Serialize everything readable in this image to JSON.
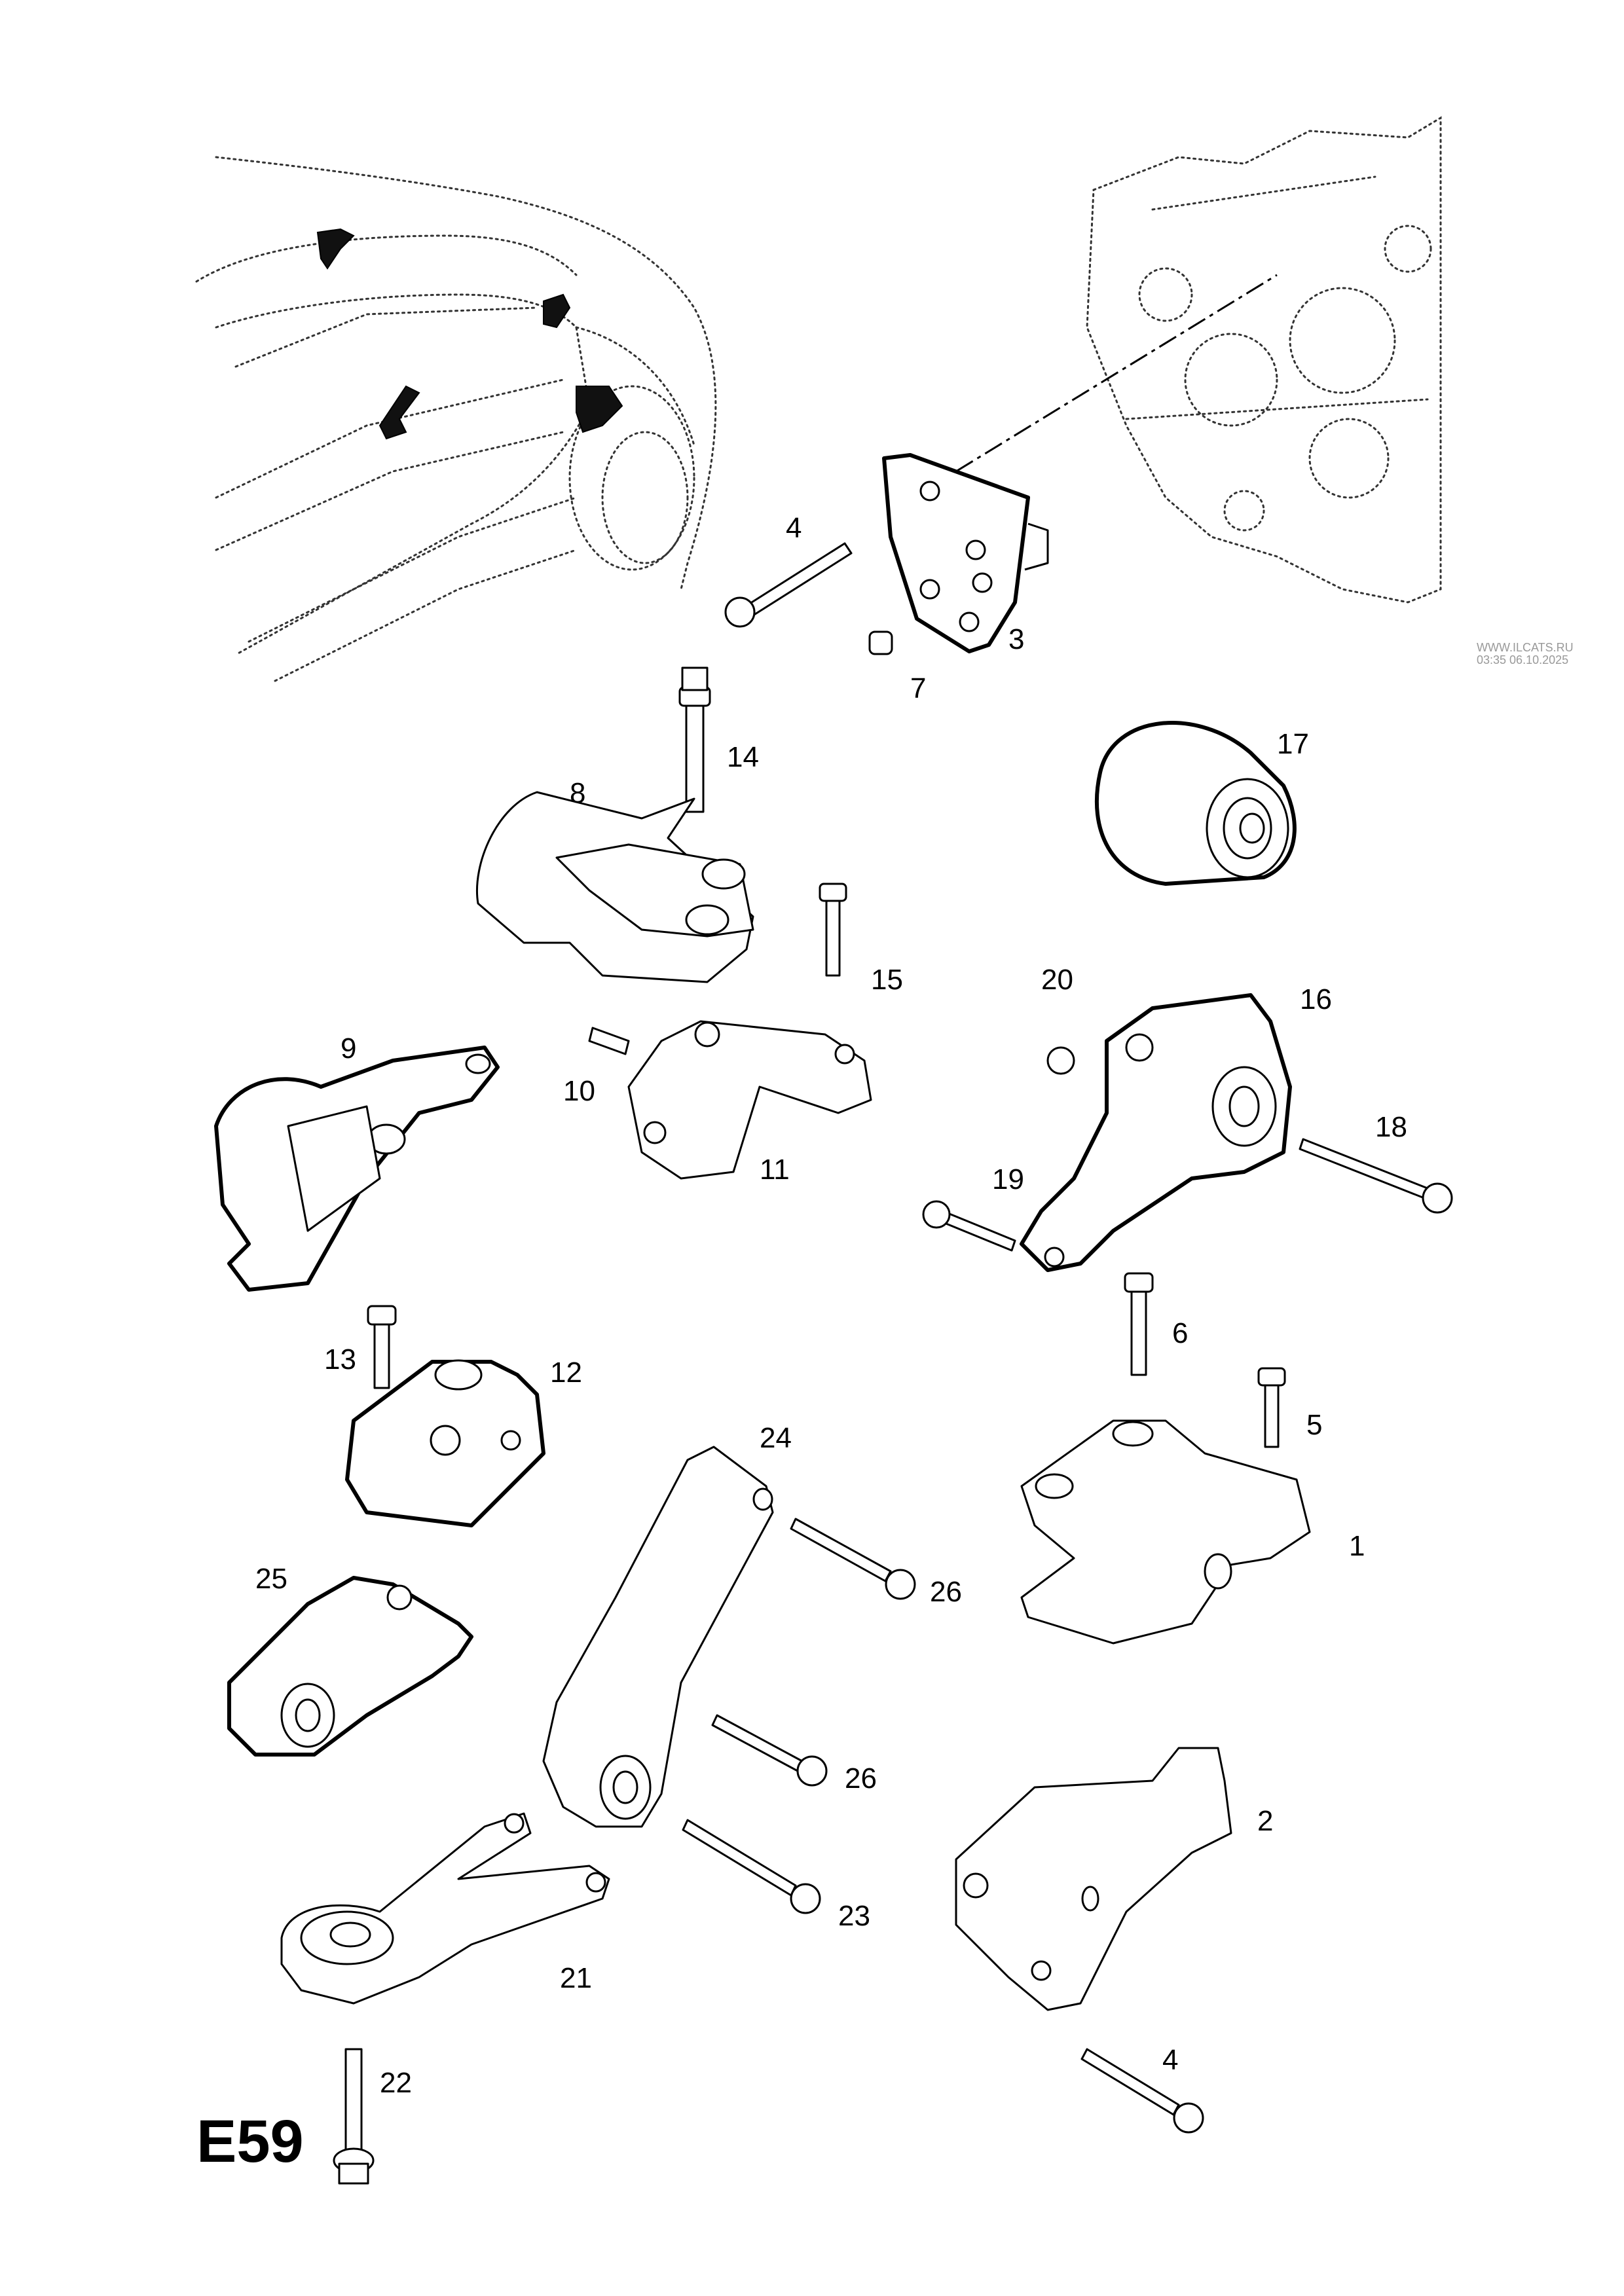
{
  "sheet_code": "E59",
  "watermark": {
    "site": "WWW.ILCATS.RU",
    "timestamp": "03:35 06.10.2025"
  },
  "callouts": [
    {
      "id": "p3",
      "label": "3",
      "part": "mounting-bracket-plate"
    },
    {
      "id": "p4a",
      "label": "4",
      "part": "bolt"
    },
    {
      "id": "p7",
      "label": "7",
      "part": "sleeve"
    },
    {
      "id": "p14",
      "label": "14",
      "part": "bolt"
    },
    {
      "id": "p17",
      "label": "17",
      "part": "bushing"
    },
    {
      "id": "p8",
      "label": "8",
      "part": "engine-mount"
    },
    {
      "id": "p15",
      "label": "15",
      "part": "bolt"
    },
    {
      "id": "p20",
      "label": "20",
      "part": "nut"
    },
    {
      "id": "p16",
      "label": "16",
      "part": "torque-arm-mount"
    },
    {
      "id": "p9",
      "label": "9",
      "part": "engine-mount"
    },
    {
      "id": "p10",
      "label": "10",
      "part": "bolt"
    },
    {
      "id": "p11",
      "label": "11",
      "part": "bracket"
    },
    {
      "id": "p18",
      "label": "18",
      "part": "bolt"
    },
    {
      "id": "p19",
      "label": "19",
      "part": "bolt"
    },
    {
      "id": "p6",
      "label": "6",
      "part": "bolt"
    },
    {
      "id": "p13",
      "label": "13",
      "part": "bolt"
    },
    {
      "id": "p12",
      "label": "12",
      "part": "mount-bracket"
    },
    {
      "id": "p5",
      "label": "5",
      "part": "bolt"
    },
    {
      "id": "p24",
      "label": "24",
      "part": "torque-strut"
    },
    {
      "id": "p1",
      "label": "1",
      "part": "transmission-mount"
    },
    {
      "id": "p25",
      "label": "25",
      "part": "mount"
    },
    {
      "id": "p26a",
      "label": "26",
      "part": "bolt"
    },
    {
      "id": "p26b",
      "label": "26",
      "part": "bolt"
    },
    {
      "id": "p2",
      "label": "2",
      "part": "bracket"
    },
    {
      "id": "p23",
      "label": "23",
      "part": "bolt"
    },
    {
      "id": "p21",
      "label": "21",
      "part": "torque-strut-lower"
    },
    {
      "id": "p22",
      "label": "22",
      "part": "bolt"
    },
    {
      "id": "p4b",
      "label": "4",
      "part": "bolt"
    }
  ]
}
